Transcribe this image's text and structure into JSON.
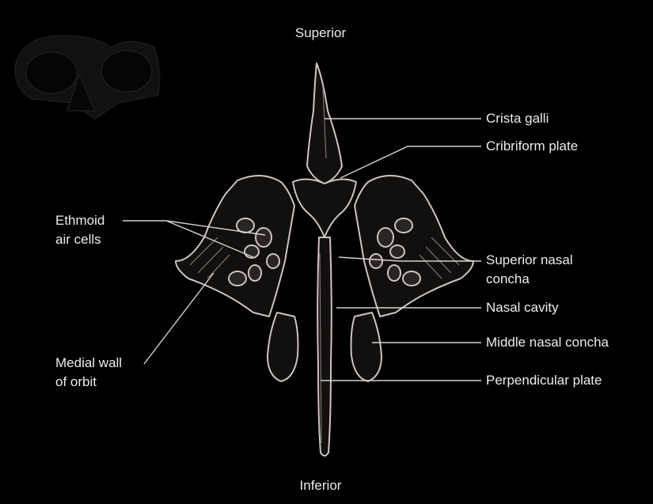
{
  "orientation": {
    "superior": "Superior",
    "inferior": "Inferior"
  },
  "labels": {
    "crista_galli": "Crista galli",
    "cribriform_plate": "Cribriform plate",
    "ethmoid_air_cells_line1": "Ethmoid",
    "ethmoid_air_cells_line2": "air cells",
    "superior_nasal_concha_line1": "Superior nasal",
    "superior_nasal_concha_line2": "concha",
    "nasal_cavity": "Nasal cavity",
    "middle_nasal_concha": "Middle nasal concha",
    "medial_wall_line1": "Medial wall",
    "medial_wall_line2": "of orbit",
    "perpendicular_plate": "Perpendicular plate"
  },
  "colors": {
    "background": "#000000",
    "text": "#ececec",
    "leader_line": "#d9d0cc",
    "bone_outline": "#cfc4c0",
    "bone_fill": "#120f0f"
  },
  "icons": {
    "skull_thumbnail": "skull-icon"
  }
}
